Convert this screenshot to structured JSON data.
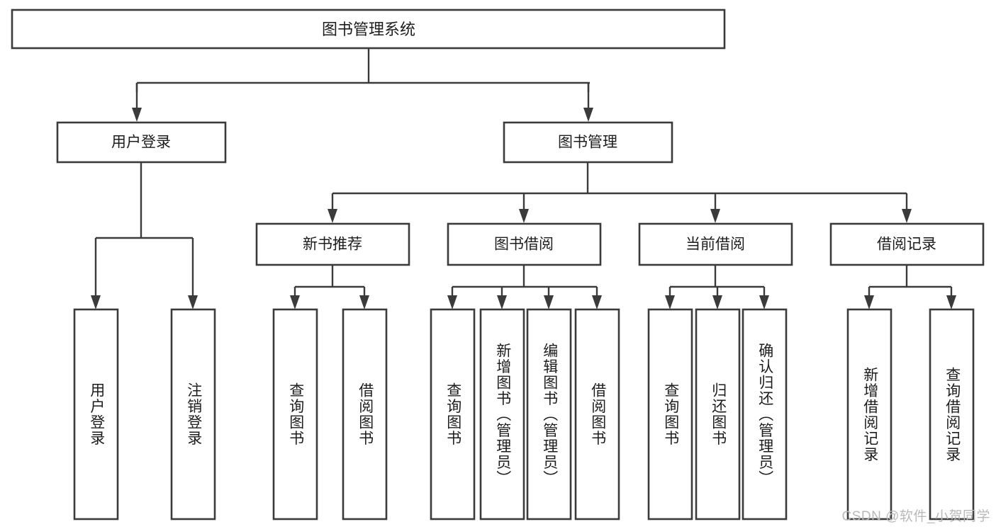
{
  "diagram": {
    "title": "图书管理系统",
    "type": "hierarchy-tree",
    "watermark": "CSDN @软件_小贺同学",
    "colors": {
      "box_stroke": "#3b3b3b",
      "box_fill": "#ffffff",
      "text": "#1d1d1d",
      "background": "#ffffff",
      "watermark": "#b9b9b9"
    },
    "root": {
      "label": "图书管理系统"
    },
    "level2": [
      {
        "label": "用户登录"
      },
      {
        "label": "图书管理"
      }
    ],
    "level3": [
      {
        "label": "新书推荐"
      },
      {
        "label": "图书借阅"
      },
      {
        "label": "当前借阅"
      },
      {
        "label": "借阅记录"
      }
    ],
    "leaves": {
      "user_login": [
        {
          "label": "用户登录"
        },
        {
          "label": "注销登录"
        }
      ],
      "new_book_recommend": [
        {
          "label": "查询图书"
        },
        {
          "label": "借阅图书"
        }
      ],
      "book_borrow": [
        {
          "label": "查询图书"
        },
        {
          "label": "新增图书（管理员）"
        },
        {
          "label": "编辑图书（管理员）"
        },
        {
          "label": "借阅图书"
        }
      ],
      "current_borrow": [
        {
          "label": "查询图书"
        },
        {
          "label": "归还图书"
        },
        {
          "label": "确认归还（管理员）"
        }
      ],
      "borrow_record": [
        {
          "label": "新增借阅记录"
        },
        {
          "label": "查询借阅记录"
        }
      ]
    }
  }
}
